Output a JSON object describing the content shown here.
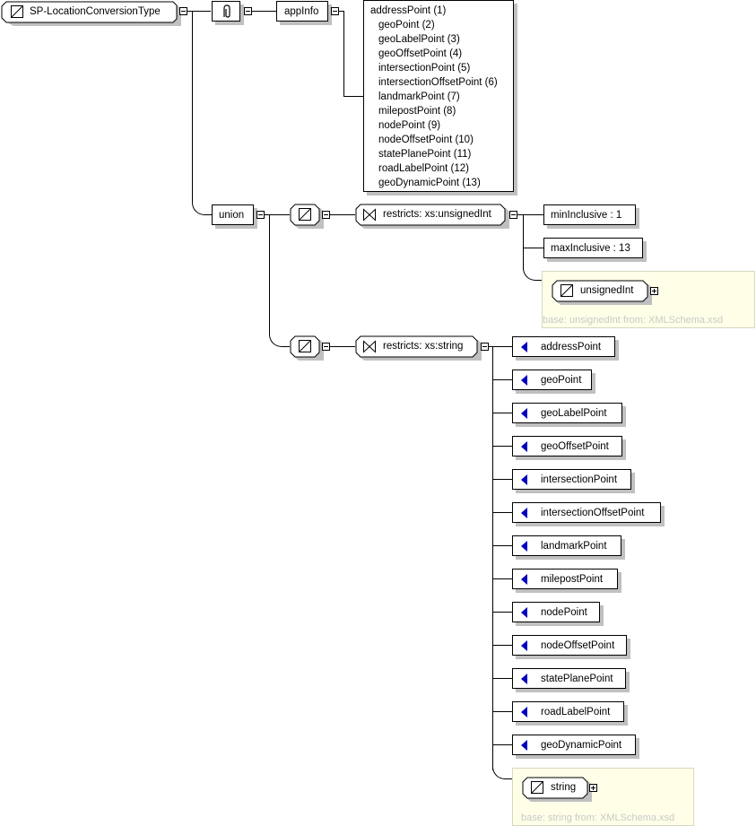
{
  "root": {
    "name": "SP-LocationConversionType"
  },
  "annotation": {
    "appinfo_label": "appInfo",
    "lines": [
      "addressPoint (1)",
      "geoPoint (2)",
      "geoLabelPoint (3)",
      "geoOffsetPoint (4)",
      "intersectionPoint (5)",
      "intersectionOffsetPoint (6)",
      "landmarkPoint (7)",
      "milepostPoint (8)",
      "nodePoint (9)",
      "nodeOffsetPoint (10)",
      "statePlanePoint (11)",
      "roadLabelPoint (12)",
      "geoDynamicPoint (13)"
    ]
  },
  "union": {
    "label": "union",
    "member_int": {
      "restriction": "restricts: xs:unsignedInt",
      "facets": [
        "minInclusive : 1",
        "maxInclusive : 13"
      ],
      "base_type": "unsignedInt",
      "base_note": "base: unsignedInt from: XMLSchema.xsd"
    },
    "member_string": {
      "restriction": "restricts: xs:string",
      "enumerations": [
        "addressPoint",
        "geoPoint",
        "geoLabelPoint",
        "geoOffsetPoint",
        "intersectionPoint",
        "intersectionOffsetPoint",
        "landmarkPoint",
        "milepostPoint",
        "nodePoint",
        "nodeOffsetPoint",
        "statePlanePoint",
        "roadLabelPoint",
        "geoDynamicPoint"
      ],
      "base_type": "string",
      "base_note": "base: string from: XMLSchema.xsd"
    }
  },
  "colors": {
    "enum_icon": "#0000c0",
    "note_bg": "#ffffe8",
    "note_text": "#c8c8c8",
    "shadow": "#c0c0c0"
  }
}
